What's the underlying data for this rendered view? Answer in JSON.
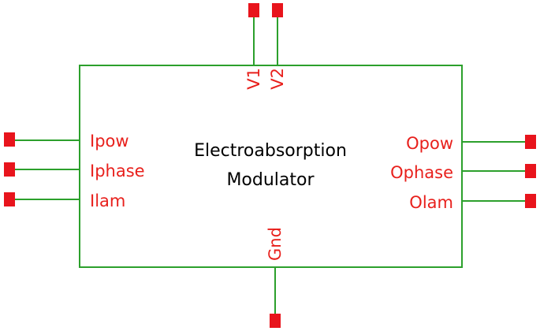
{
  "block": {
    "title_line1": "Electroabsorption",
    "title_line2": "Modulator"
  },
  "pins": {
    "left": [
      "Ipow",
      "Iphase",
      "Ilam"
    ],
    "right": [
      "Opow",
      "Ophase",
      "Olam"
    ],
    "top": [
      "V1",
      "V2"
    ],
    "bottom": [
      "Gnd"
    ]
  },
  "colors": {
    "wire": "#2ca02c",
    "label": "#e8201c",
    "terminal": "#e8141c",
    "title": "#000000"
  }
}
